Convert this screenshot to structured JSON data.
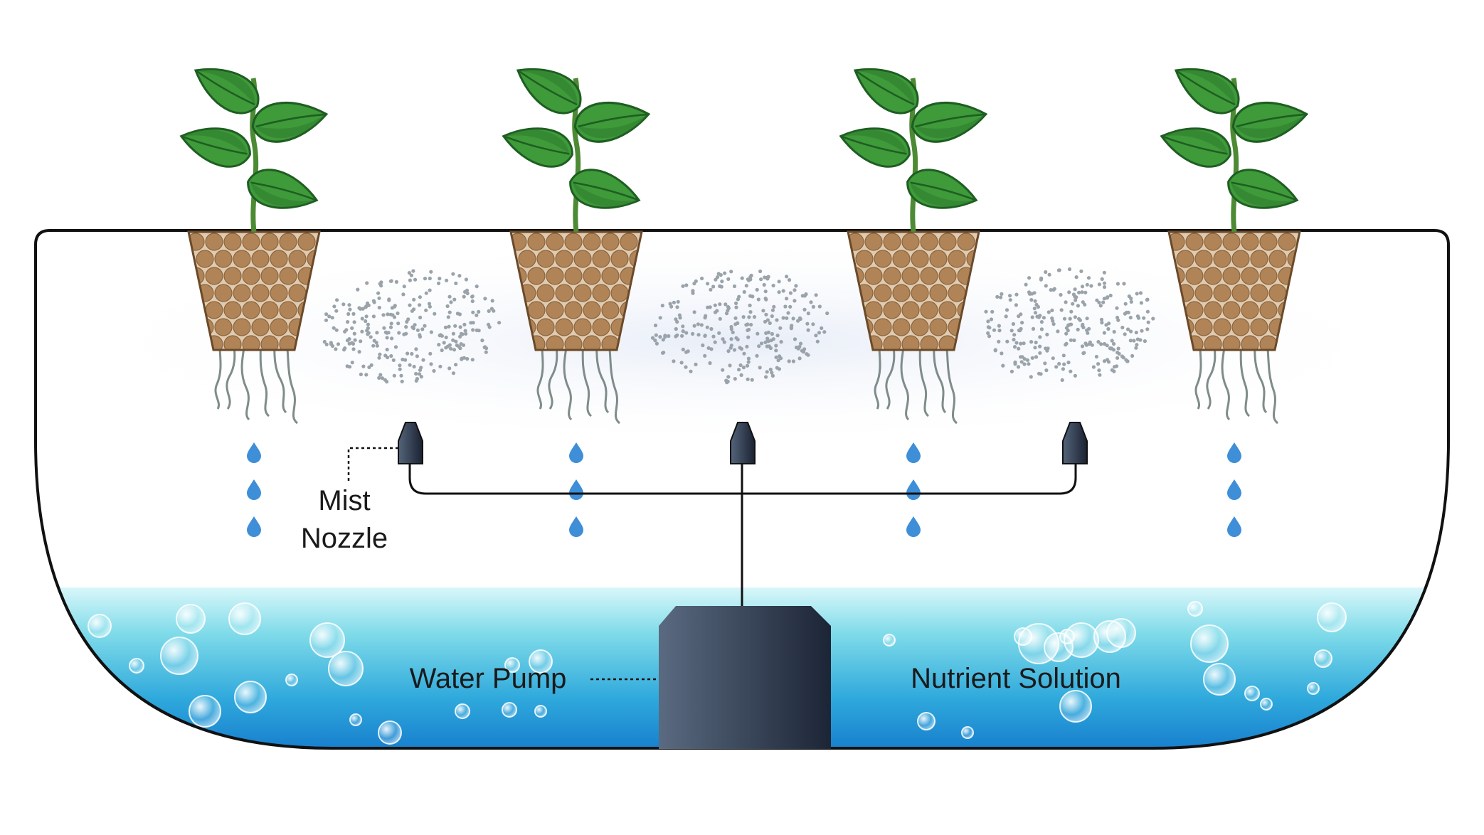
{
  "labels": {
    "mist_nozzle_line1": "Mist",
    "mist_nozzle_line2": "Nozzle",
    "water_pump": "Water Pump",
    "nutrient_solution": "Nutrient Solution"
  },
  "plants": [
    {
      "id": "plant-1"
    },
    {
      "id": "plant-2"
    },
    {
      "id": "plant-3"
    },
    {
      "id": "plant-4"
    }
  ],
  "nozzles": [
    {
      "id": "nozzle-1"
    },
    {
      "id": "nozzle-2"
    },
    {
      "id": "nozzle-3"
    }
  ],
  "colors": {
    "outline": "#111111",
    "leaf": "#3f9a3a",
    "leaf_dark": "#1e5e22",
    "pebble": "#b08456",
    "pot": "#e0cbb0",
    "root": "#7f8c8a",
    "droplet": "#3e8ed8",
    "mist": "#9aa3aa",
    "water_top": "#c9f3f7",
    "water_bottom": "#0e6fc9",
    "pump_light": "#56657a",
    "pump_dark": "#1d2738"
  }
}
